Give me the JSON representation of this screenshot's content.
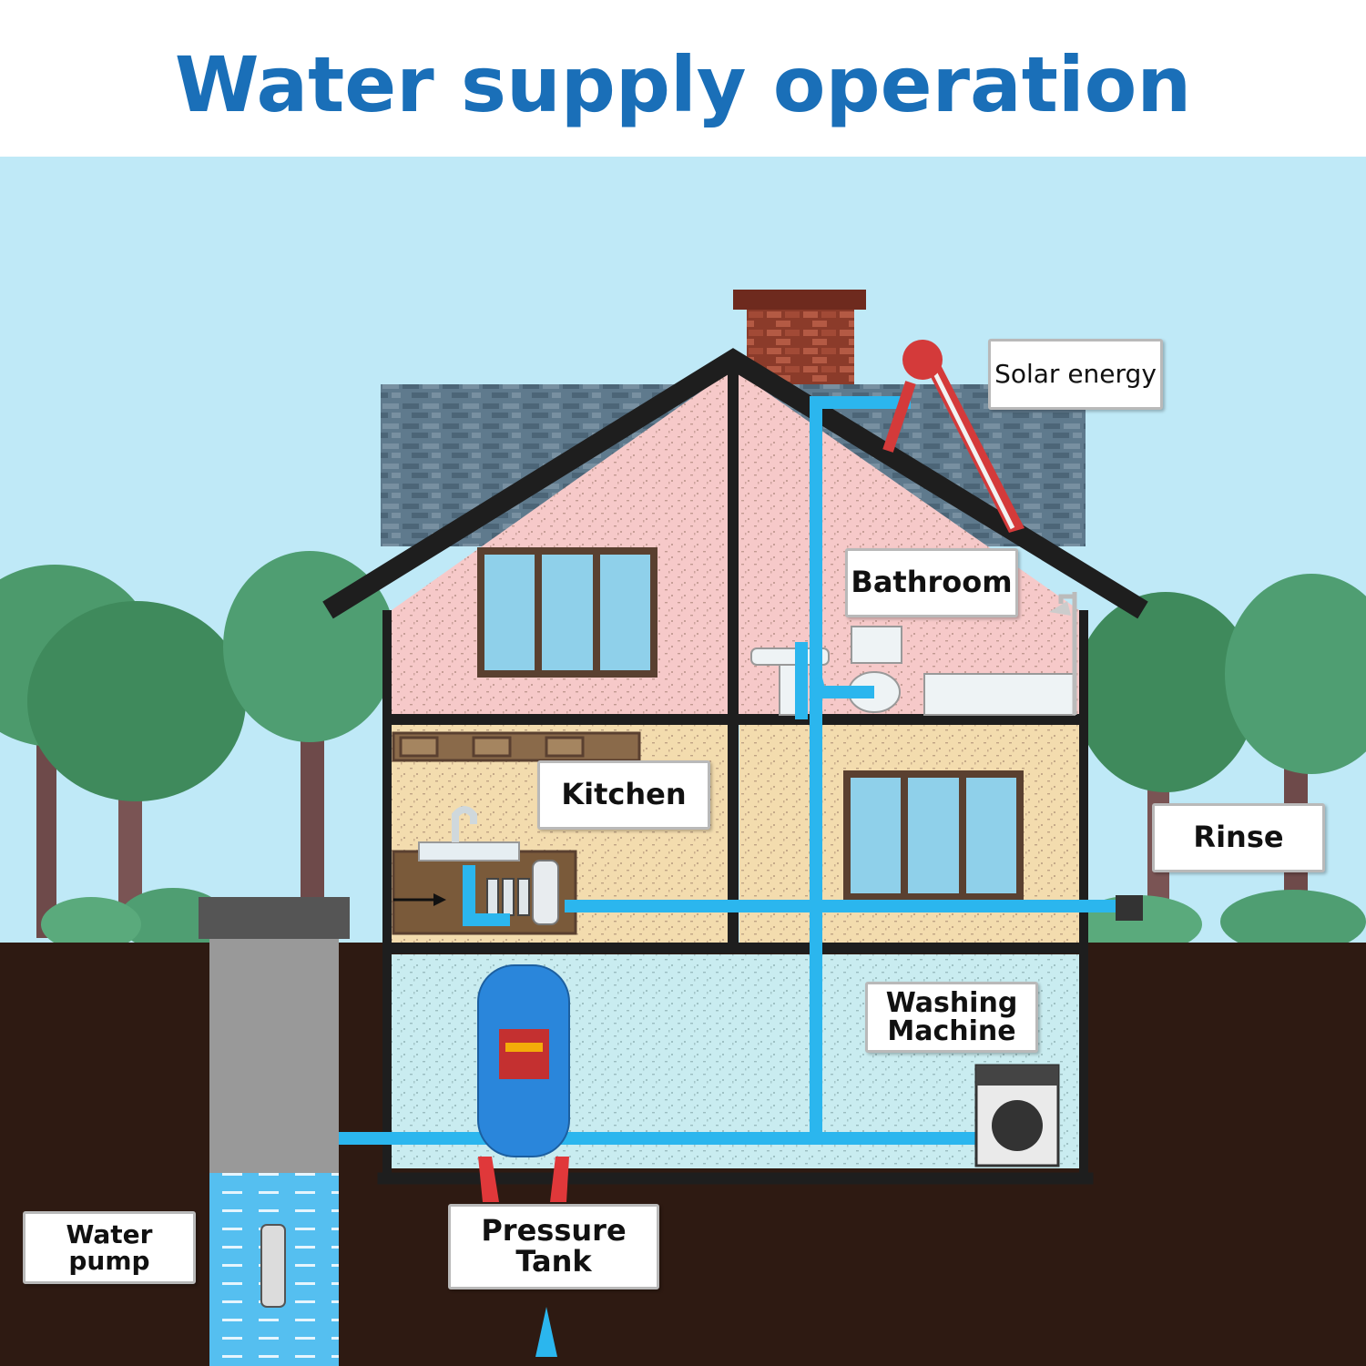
{
  "title": "Water supply operation diagram",
  "colors": {
    "title": "#1a6fb8",
    "sky": "#bfe9f7",
    "ground": "#2e1a12",
    "pipe": "#2bb6ee",
    "wall_pink": "#f6c9c9",
    "wall_beige": "#f3dcae",
    "wall_aqua": "#c9ecf0",
    "roof": "#5f7a8d",
    "chimney": "#8b3b2a",
    "tank": "#2a86db",
    "tank_legs": "#e0383a",
    "outline": "#1e1e1e",
    "water": "#55bff0"
  },
  "labels": {
    "solar": "Solar energy",
    "bathroom": "Bathroom",
    "kitchen": "Kitchen",
    "rinse": "Rinse",
    "washing": "Washing Machine",
    "pump": "Water pump",
    "tank": "Pressure Tank"
  }
}
